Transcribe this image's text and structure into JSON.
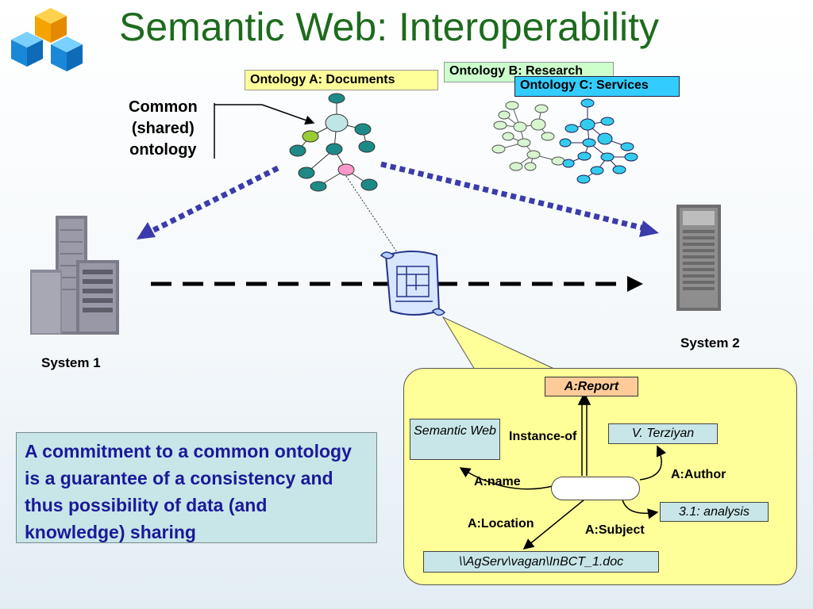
{
  "title": "Semantic Web: Interoperability",
  "ontologies": {
    "a": "Ontology A:  Documents",
    "b": "Ontology B: Research",
    "c": "Ontology C: Services"
  },
  "common_ontology": {
    "line1": "Common",
    "line2": "(shared)",
    "line3": "ontology"
  },
  "systems": {
    "system1": "System 1",
    "system2": "System 2"
  },
  "commitment_text": "A commitment to a common ontology is a guarantee of a consistency and thus possibility of data (and knowledge) sharing",
  "instance_graph": {
    "report": "A:Report",
    "instance_of": "Instance-of",
    "semantic_web": "Semantic Web",
    "author_value": "V. Terziyan",
    "name_rel": "A:name",
    "author_rel": "A:Author",
    "analysis": "3.1: analysis",
    "location_rel": "A:Location",
    "subject_rel": "A:Subject",
    "path": "\\\\AgServ\\vagan\\InBCT_1.doc"
  },
  "colors": {
    "title": "#1d6b1d",
    "commitment_text": "#1a1a99",
    "arrow_blue": "#3b3bab",
    "callout_fill": "#ffff99",
    "box_fill": "#c8e6e8"
  }
}
